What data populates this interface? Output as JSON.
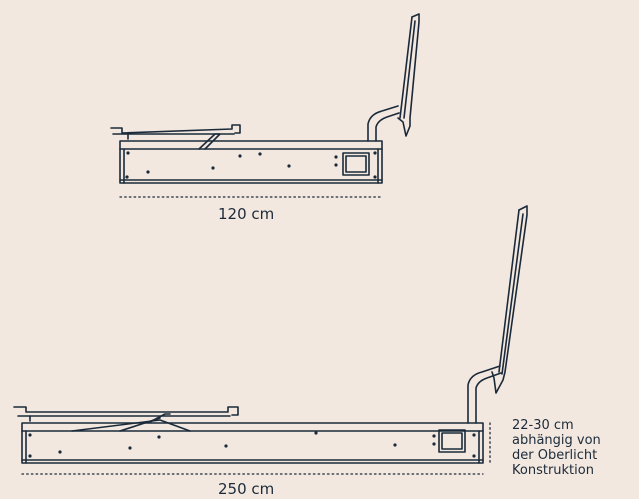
{
  "colors": {
    "background": "#f3e8df",
    "ink": "#1b2a3a"
  },
  "top": {
    "width_label": "120 cm"
  },
  "bottom": {
    "width_label": "250 cm",
    "height_note": [
      "22-30 cm",
      "abhängig von",
      "der Oberlicht",
      "Konstruktion"
    ]
  }
}
